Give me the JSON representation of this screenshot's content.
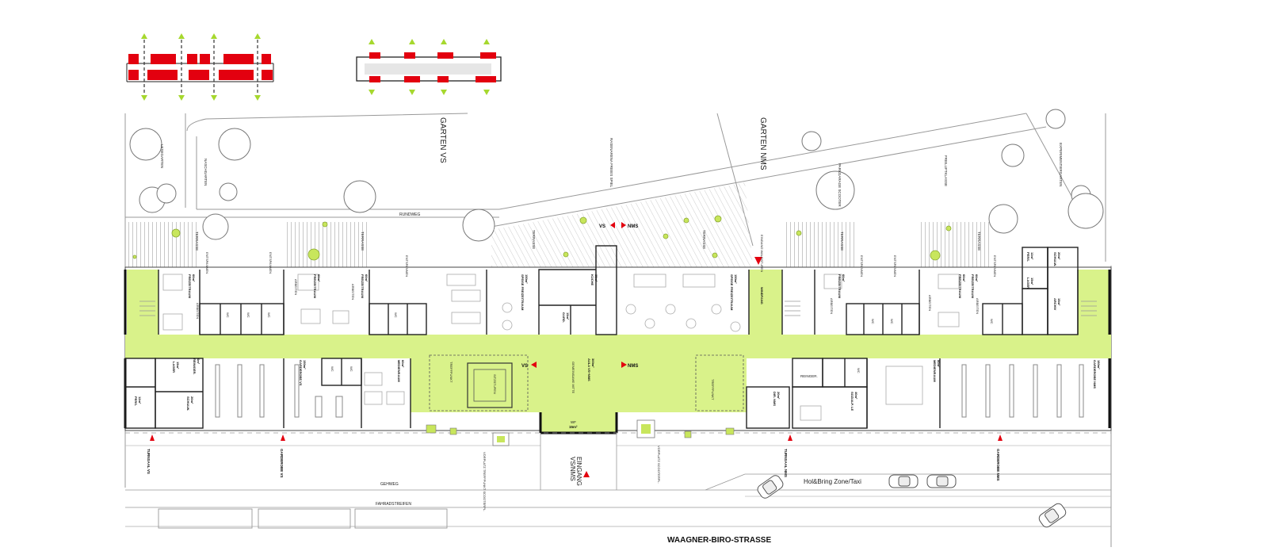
{
  "gardens": {
    "vs": "GARTEN VS",
    "nms": "GARTEN NMS",
    "lesegarten": "LESEGARTEN",
    "naschgarten": "NASCHGARTEN",
    "freiluftklasse": "FREILUFTKLASSE",
    "experimentiergarten": "EXPERIMENTIERGARTEN",
    "rasenarena": "RASENARENA FREIES SPIEL",
    "parkgarage": "PARKGARAGE SCOOTER"
  },
  "paths": {
    "rundweg": "RUNDWEG",
    "gehweg": "GEHWEG",
    "fahradstreifen": "FAHRADSTREIFEN",
    "street": "WAAGNER-BIRO-STRASSE",
    "holbring": "Hol&Bring Zone/Taxi"
  },
  "terrace": {
    "label": "TERRASSE"
  },
  "markers": {
    "vs": "VS",
    "nms": "NMS"
  },
  "rooms": {
    "freizeitraum": "FREIZEITRAUM",
    "freizeitraum_area": "60m²",
    "entspannen": "ENTSPANNEN",
    "arbeiten": "ARBEITEN",
    "wc": "WC",
    "speise": "SPEISE FREIZEITRAUM",
    "speise_area": "150m²",
    "kueche": "KÜCHE",
    "kueche_area": "35m²",
    "gard": "GARD.",
    "gard_area": "15m²",
    "windfang": "WINDFANG",
    "eingang_wald": "EINGANG WALDSTUFEN",
    "lager": "LAGER",
    "lager_area": "15m²",
    "reinger": "REINIGER.",
    "reinger_area": "6m²",
    "schulw": "SCHULW.",
    "schulw_area": "20m²",
    "pers": "PERS.",
    "pers_area": "12m²",
    "garderobe_vs": "GARDEROBE VS",
    "garderobe_vs_area": "150m²",
    "medienraum": "MEDIENRAUM",
    "medienraum_area": "60m²",
    "treffpunkt": "TREFFPUNKT",
    "sitzstufen": "SITZSTUFEN",
    "gemeinsame_mitte": "GEMEINSAME MITTE",
    "aula": "AULA VS+NMS",
    "aula_area": "300m²",
    "wf": "WF",
    "wf_area": "15m²",
    "dir_nms": "DIR. NMS",
    "dir_nms_area": "20m²",
    "reinger_nms": "REINGER.",
    "sozialp": "SOZIALP. LE",
    "sozialp_area": "40m²",
    "medienraum_nms_area": "80m²",
    "garderobe_nms": "GARDEROBE NMS",
    "garderobe_nms_area": "180m²",
    "archiv": "ARCHIV",
    "archiv_area": "15m²"
  },
  "entrances": {
    "turnsaal_vs": "TURNSAAL VS",
    "garderobe_vs": "GARDEROBE VS",
    "vorplatz": "VORPLATZ TREFFPUNKT SCOOTERPL.",
    "eingang": "EINGANG",
    "eingang2": "VS/NMS",
    "vorplatz2": "VORPLATZ SCOOTERPL.",
    "turnsaal_nms": "TURNSAAL NMS",
    "garderobe_nms": "GARDEROBE NMS"
  }
}
